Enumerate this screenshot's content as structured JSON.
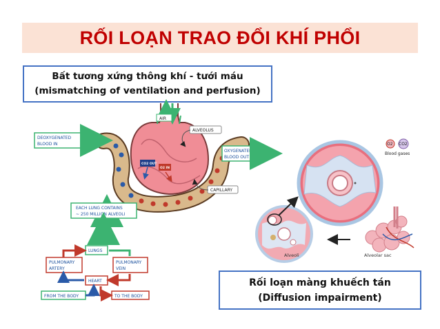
{
  "title": "RỐI LOẠN TRAO ĐỔI KHÍ PHỔI",
  "box_top": {
    "line1": "Bất tương xứng thông khí - tưới máu",
    "line2": "(mismatching of ventilation and perfusion)"
  },
  "box_bottom": {
    "line1": "Rối loạn màng khuếch tán",
    "line2": "(Diffusion impairment)"
  },
  "alveolus_diagram": {
    "deoxy_line1": "DEOXYGENATED",
    "deoxy_line2": "BLOOD IN",
    "oxy_line1": "OXYGENATED",
    "oxy_line2": "BLOOD OUT",
    "air": "AIR",
    "alveolus": "ALVEOLUS",
    "capillary": "CAPILLARY",
    "co2_out": "CO2 OUT",
    "o2_in": "O2 IN",
    "each_lung_line1": "EACH LUNG CONTAINS",
    "each_lung_line2": "~ 250 MILLION ALVEOLI"
  },
  "circulation": {
    "lungs": "LUNGS",
    "pulmonary_artery_line1": "PULMONARY",
    "pulmonary_artery_line2": "ARTERY",
    "pulmonary_vein_line1": "PULMONARY",
    "pulmonary_vein_line2": "VEIN",
    "heart": "HEART",
    "from_body": "FROM THE BODY",
    "to_body": "TO THE BODY"
  },
  "alveoli_illustration": {
    "o2": "O2",
    "co2": "CO2",
    "blood_gases": "Blood gases",
    "alveoli": "Alveoli",
    "alveolar_sac": "Alveolar sac"
  },
  "colors": {
    "title_red": "#c00000",
    "title_bg": "#fbe2d5",
    "box_border": "#4472c4",
    "arrow_green": "#3cb371",
    "blood_red": "#c0392b",
    "blood_blue": "#2a5aa8"
  }
}
